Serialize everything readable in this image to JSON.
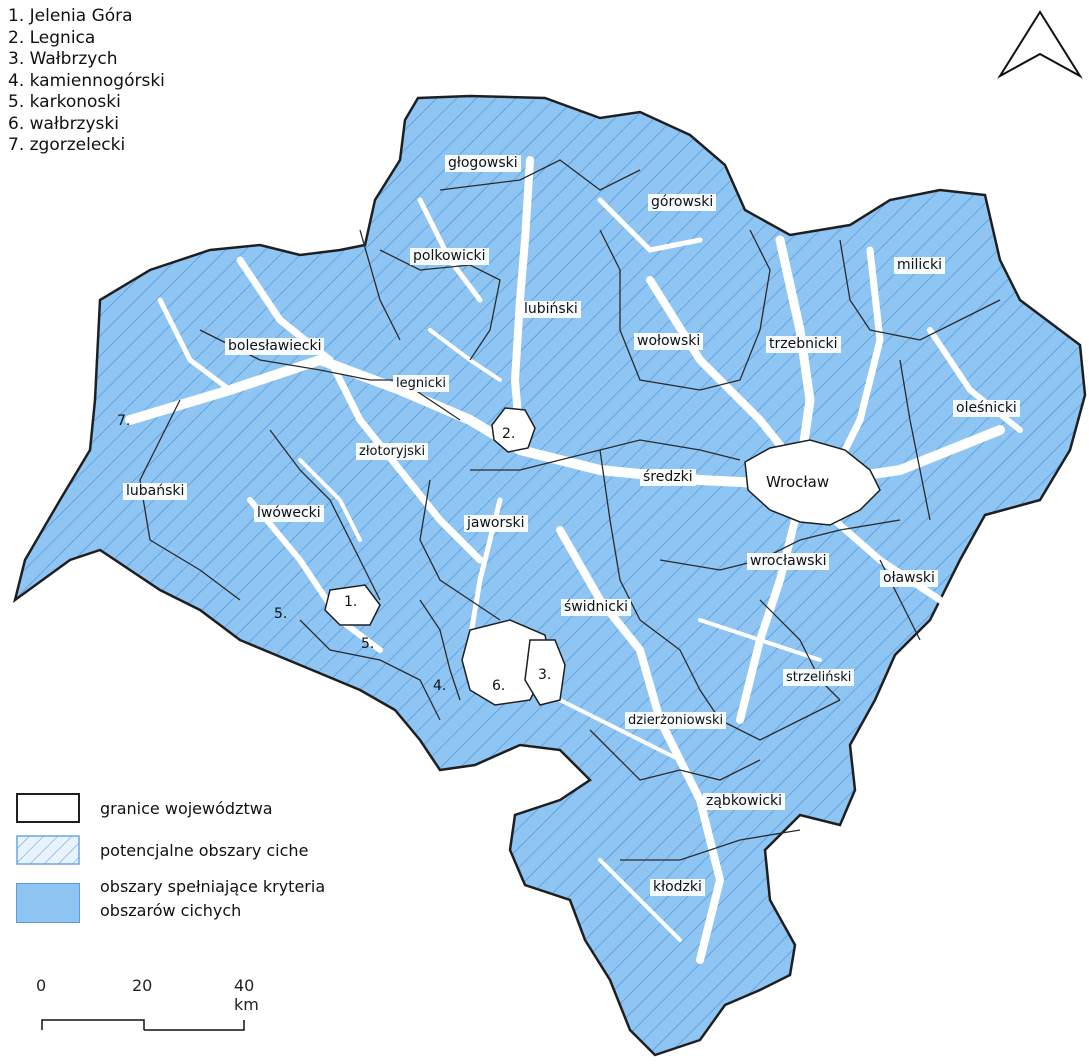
{
  "numbered_list": [
    "1. Jelenia Góra",
    "2. Legnica",
    "3. Wałbrzych",
    "4. kamiennogórski",
    "5. karkonoski",
    "6. wałbrzyski",
    "7. zgorzelecki"
  ],
  "districts": [
    {
      "key": "glogowski",
      "label": "głogowski"
    },
    {
      "key": "gorowski",
      "label": "górowski"
    },
    {
      "key": "polkowicki",
      "label": "polkowicki"
    },
    {
      "key": "milicki",
      "label": "milicki"
    },
    {
      "key": "lubinski",
      "label": "lubiński"
    },
    {
      "key": "wolowski",
      "label": "wołowski"
    },
    {
      "key": "trzebnicki",
      "label": "trzebnicki"
    },
    {
      "key": "boleslawiecki",
      "label": "bolesławiecki"
    },
    {
      "key": "legnicki",
      "label": "legnicki"
    },
    {
      "key": "olesnicki",
      "label": "oleśnicki"
    },
    {
      "key": "zlotoryjski",
      "label": "złotoryjski"
    },
    {
      "key": "sredzki",
      "label": "średzki"
    },
    {
      "key": "wroclaw",
      "label": "Wrocław"
    },
    {
      "key": "lubanski",
      "label": "lubański"
    },
    {
      "key": "lwowecki",
      "label": "lwówecki"
    },
    {
      "key": "jaworski",
      "label": "jaworski"
    },
    {
      "key": "wroclawski",
      "label": "wrocławski"
    },
    {
      "key": "olawski",
      "label": "oławski"
    },
    {
      "key": "swidnicki",
      "label": "świdnicki"
    },
    {
      "key": "strzelinski",
      "label": "strzeliński"
    },
    {
      "key": "dzierzoniowski",
      "label": "dzierżoniowski"
    },
    {
      "key": "zabkowicki",
      "label": "ząbkowicki"
    },
    {
      "key": "klodzki",
      "label": "kłodzki"
    }
  ],
  "number_markers": [
    "1.",
    "2.",
    "3.",
    "4.",
    "5.",
    "5.",
    "6.",
    "7."
  ],
  "legend": {
    "items": [
      {
        "key": "border",
        "label": "granice województwa"
      },
      {
        "key": "potential",
        "label": "potencjalne obszary ciche"
      },
      {
        "key": "criteria",
        "label_lines": [
          "obszary spełniające kryteria",
          "obszarów cichych"
        ]
      }
    ]
  },
  "scale_bar": {
    "ticks": [
      "0",
      "20",
      "40 km"
    ]
  },
  "colors": {
    "fill": "#8ec5f2",
    "hatch": "#4a8fd8",
    "border": "#2b2b2b",
    "roads": "#ffffff"
  },
  "icons": {
    "north_arrow": "north-arrow-icon"
  }
}
